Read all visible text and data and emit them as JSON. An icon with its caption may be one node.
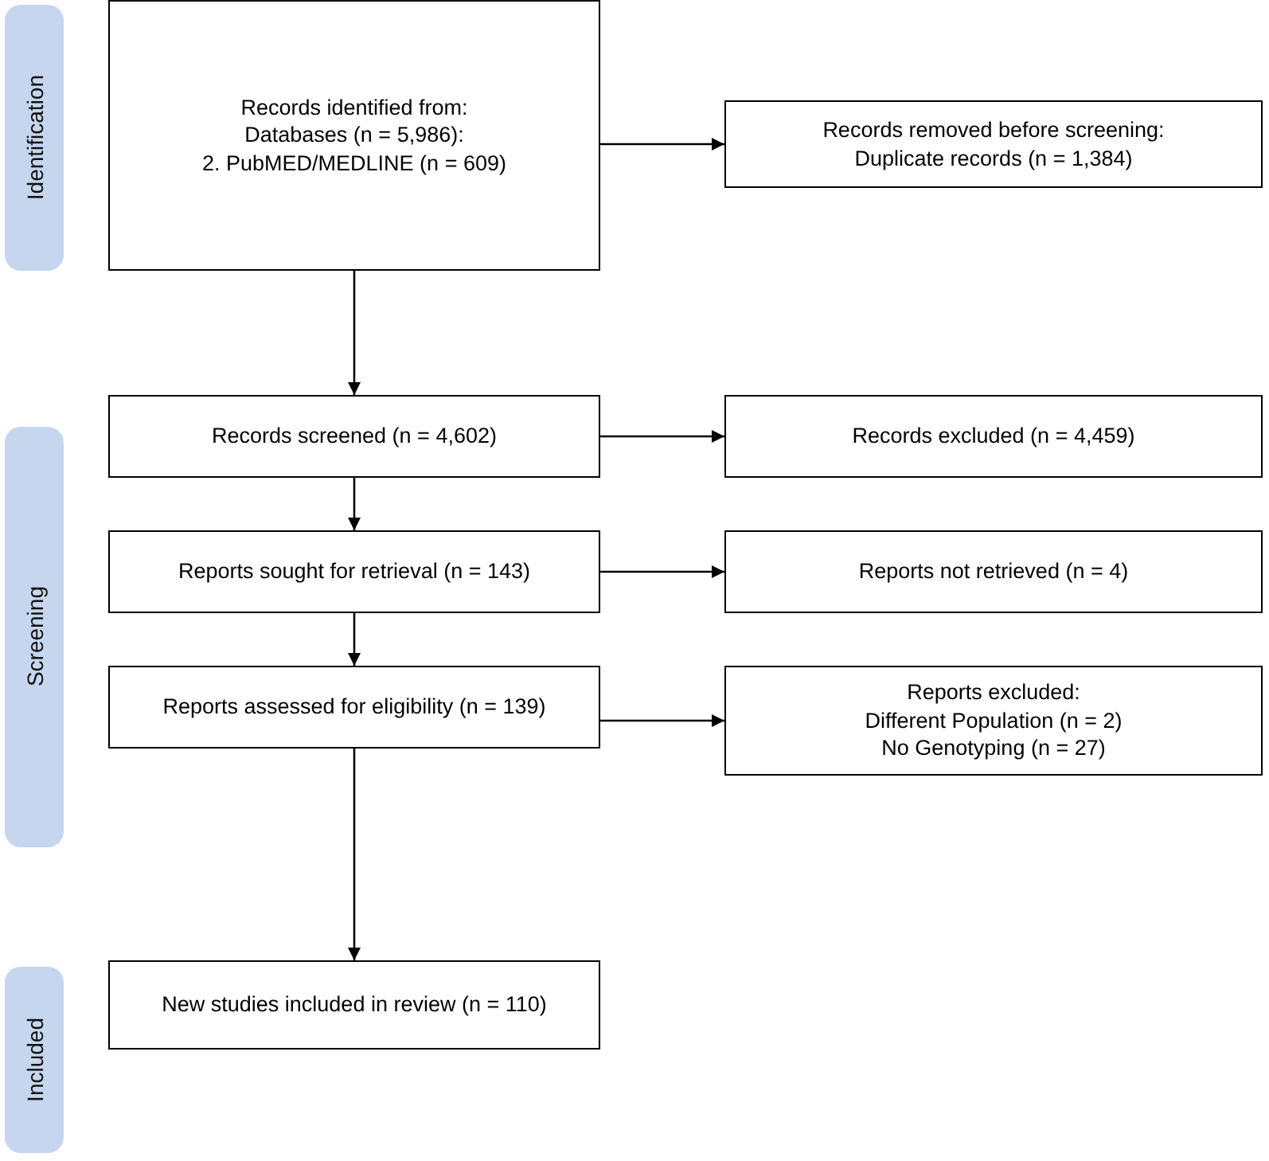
{
  "diagram": {
    "nodes": [
      {
        "text": [
          "Identification"
        ]
      },
      {
        "text": [
          "Records identified from:",
          "Databases (n = 5,986):",
          "2. PubMED/MEDLINE (n = 609)"
        ]
      },
      {
        "text": [
          "Records removed before screening:",
          "Duplicate records (n = 1,384)"
        ]
      },
      {
        "text": [
          "Screening"
        ]
      },
      {
        "text": [
          "Records screened (n = 4,602)"
        ]
      },
      {
        "text": [
          "Records excluded (n = 4,459)"
        ]
      },
      {
        "text": [
          "Reports sought for retrieval (n = 143)"
        ]
      },
      {
        "text": [
          "Reports not retrieved (n = 4)"
        ]
      },
      {
        "text": [
          "Reports assessed for eligibility (n = 139)"
        ]
      },
      {
        "text": [
          "Reports excluded:",
          "Different Population (n = 2)",
          "No Genotyping (n = 27)"
        ]
      },
      {
        "text": [
          "Included"
        ]
      },
      {
        "text": [
          "New studies included in review (n = 110)"
        ]
      }
    ],
    "edges": [
      {
        "from": 1,
        "to": 2,
        "arrow": "to"
      },
      {
        "from": 1,
        "to": 4,
        "arrow": "to"
      },
      {
        "from": 4,
        "to": 5,
        "arrow": "to"
      },
      {
        "from": 4,
        "to": 6,
        "arrow": "to"
      },
      {
        "from": 6,
        "to": 7,
        "arrow": "to"
      },
      {
        "from": 6,
        "to": 8,
        "arrow": "to"
      },
      {
        "from": 8,
        "to": 9,
        "arrow": "to"
      },
      {
        "from": 8,
        "to": 11,
        "arrow": "to"
      }
    ]
  }
}
